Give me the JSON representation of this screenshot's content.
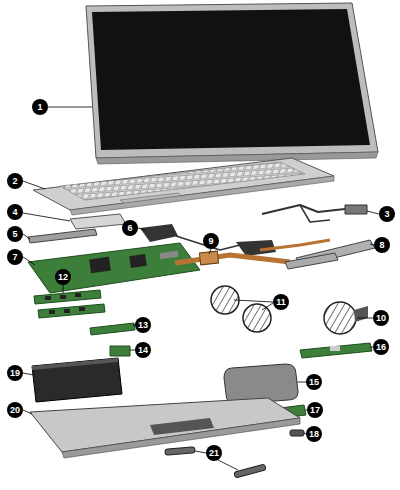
{
  "diagram": {
    "labels": [
      "1",
      "2",
      "3",
      "4",
      "5",
      "6",
      "7",
      "8",
      "9",
      "10",
      "11",
      "12",
      "13",
      "14",
      "15",
      "16",
      "17",
      "18",
      "19",
      "20",
      "21"
    ]
  }
}
